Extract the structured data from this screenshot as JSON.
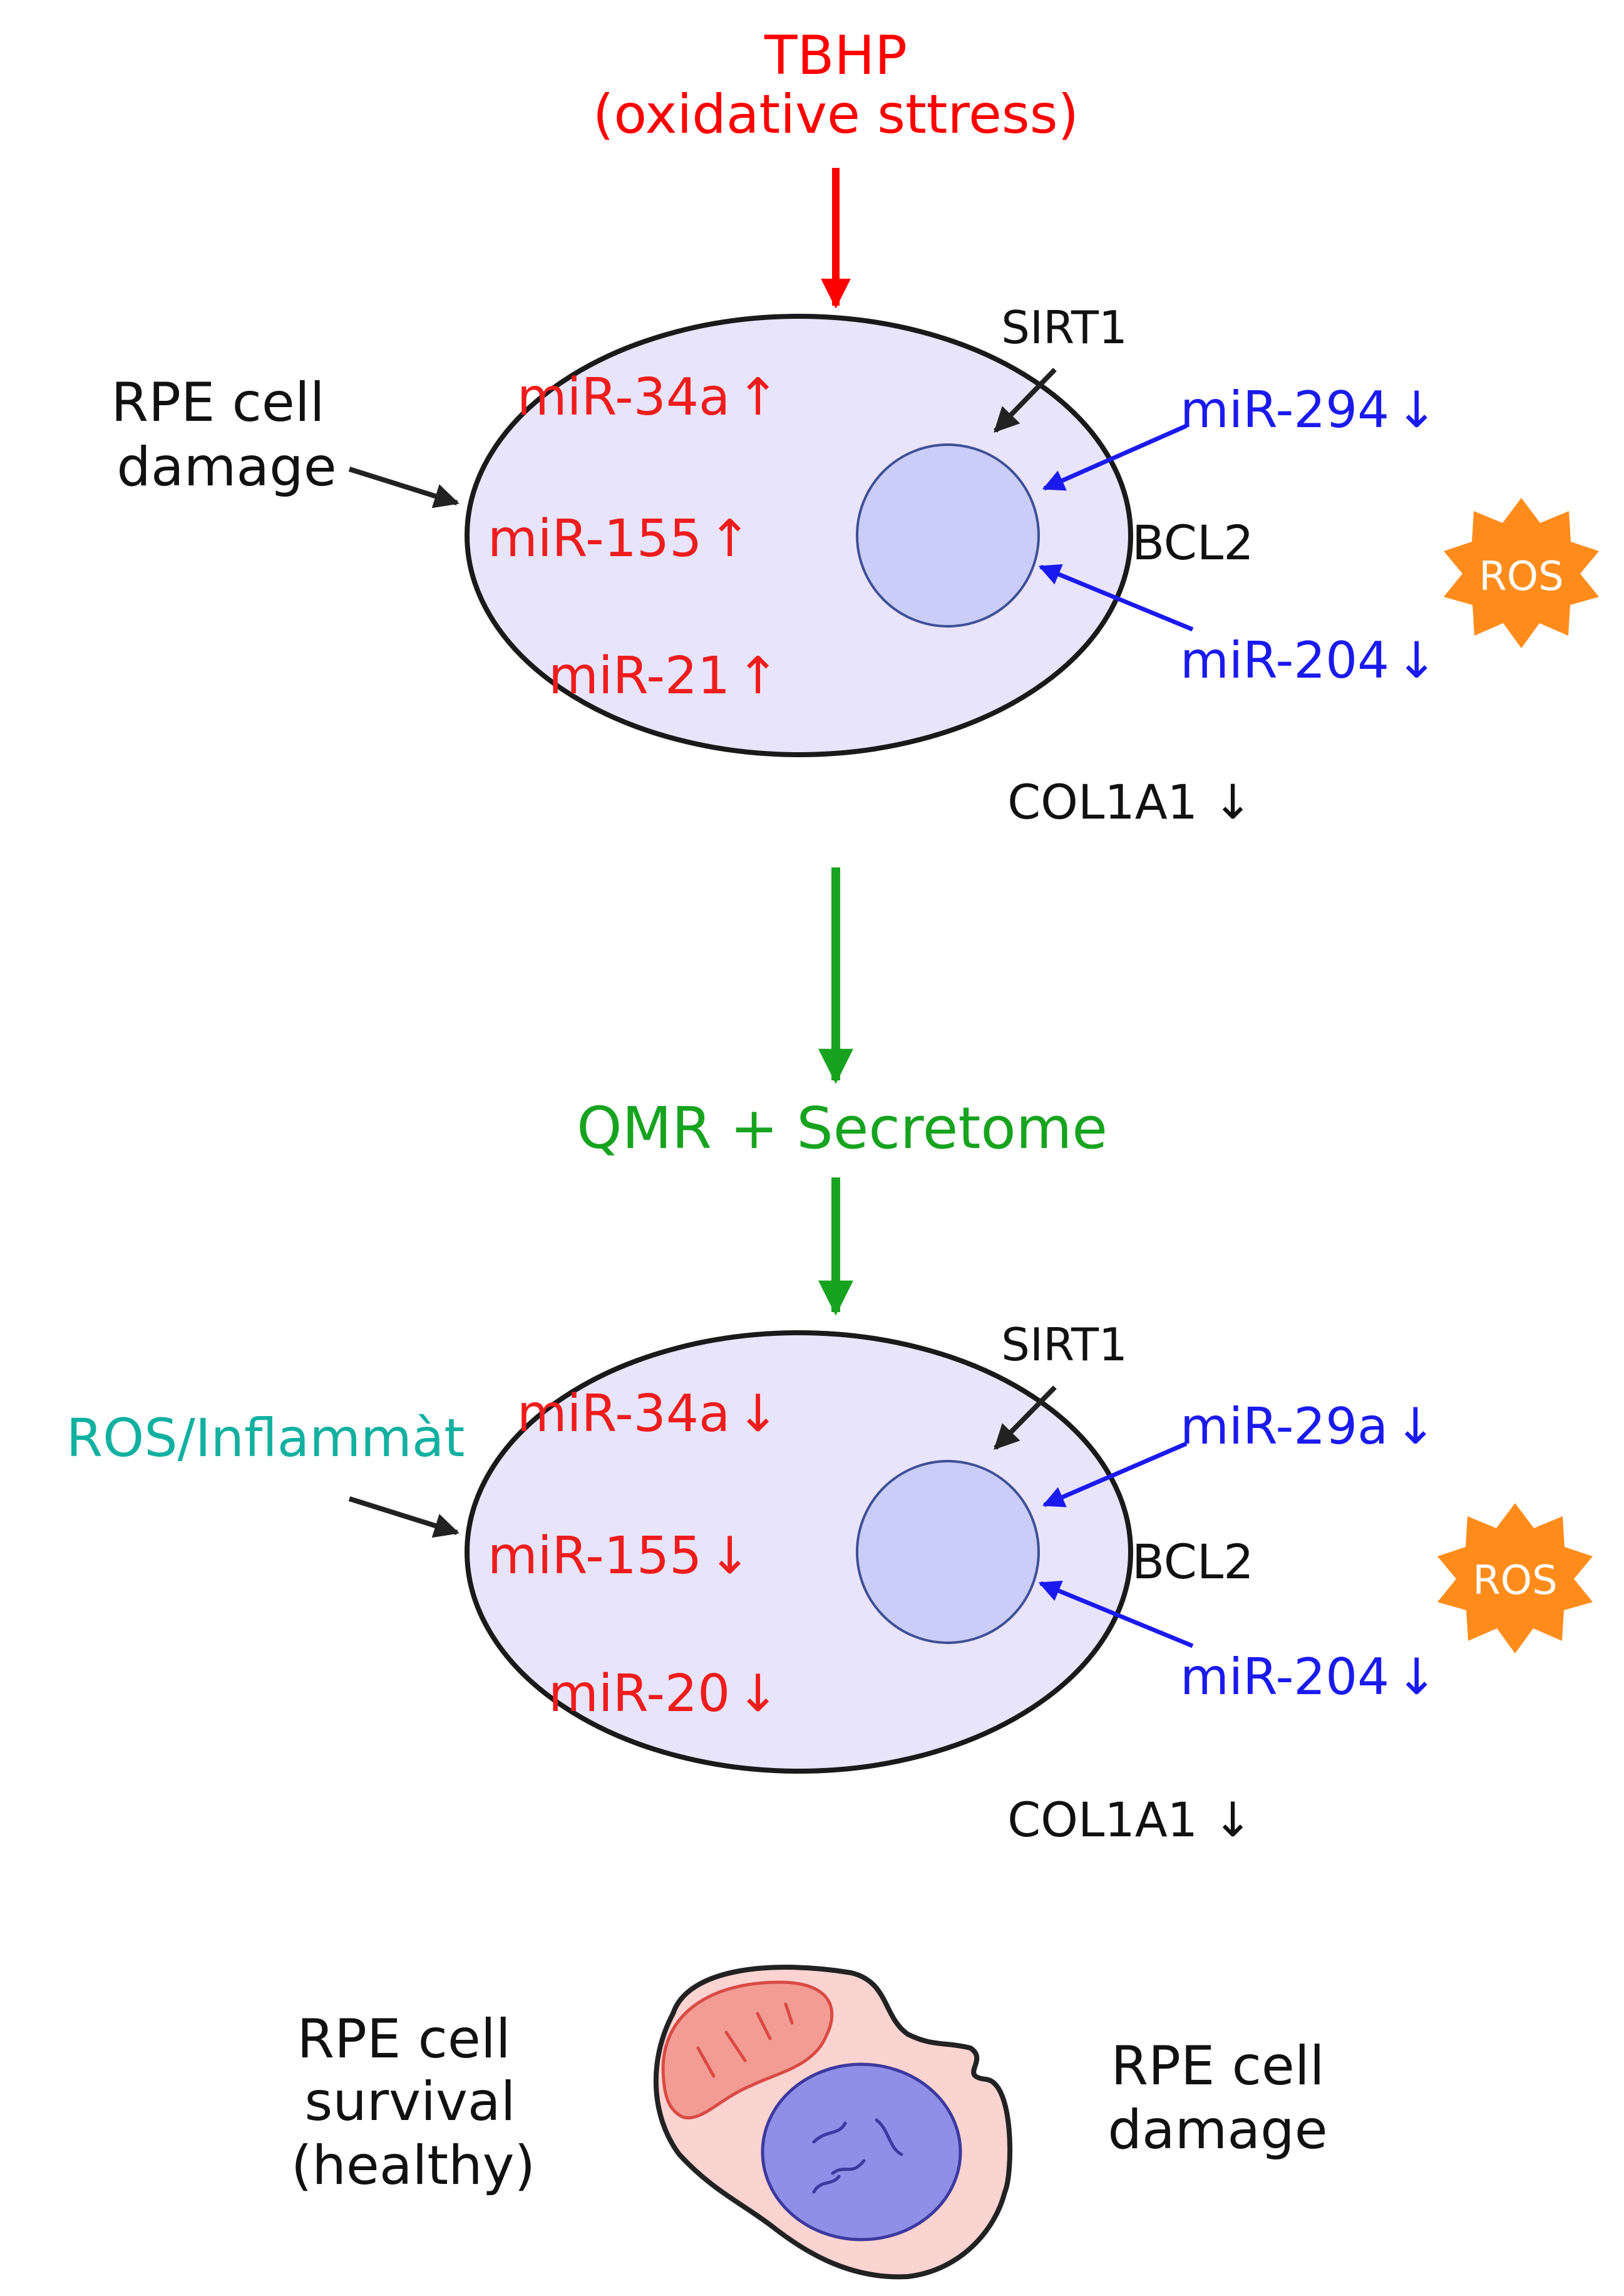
{
  "stressor": {
    "name": "TBHP",
    "description": "(oxidative sttress)"
  },
  "top_panel": {
    "left_label_line1": "RPE cell",
    "left_label_line2": "damage",
    "mirna_up": [
      "miR-34a",
      "miR-155",
      "miR-21"
    ],
    "mirna_up_symbol": "↑",
    "mirna_blue": [
      "miR-294",
      "miR-204"
    ],
    "blue_symbol": "↓",
    "sirt1": "SIRT1",
    "bcl2": "BCL2",
    "col1a1": "COL1A1 ↓",
    "ros": "ROS"
  },
  "treatment": "QMR + Secretome",
  "bottom_panel": {
    "left_label": "ROS/Inflammàt",
    "mirna_down": [
      "miR-34a",
      "miR-155",
      "miR-20"
    ],
    "mirna_down_symbol": "↓",
    "mirna_blue": [
      "miR-29a",
      "miR-204"
    ],
    "blue_symbol": "↓",
    "sirt1": "SIRT1",
    "bcl2": "BCL2",
    "col1a1": "COL1A1 ↓",
    "ros": "ROS"
  },
  "outcome": {
    "survival_line1": "RPE cell",
    "survival_line2": "survival",
    "survival_line3": "(healthy)",
    "damage_line1": "RPE cell",
    "damage_line2": "damage"
  },
  "colors": {
    "stress_red": "#ff0000",
    "mirna_red": "#ee1c1c",
    "mirna_blue": "#1a1aee",
    "treatment_green": "#17a31f",
    "ros_orange": "#ff8c1a",
    "teal": "#12b0a0",
    "cell_fill": "#e8e4fa",
    "nucleus_fill": "#c9cdf7"
  }
}
